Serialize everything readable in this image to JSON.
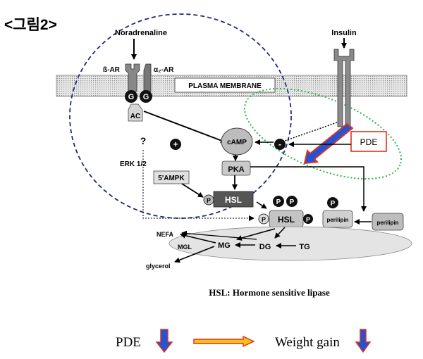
{
  "figure_label": "<그림2>",
  "labels": {
    "noradrenaline": "Noradrenaline",
    "insulin": "Insulin",
    "beta_ar": "ß-AR",
    "alpha2_ar": "α₂-AR",
    "plasma_membrane": "PLASMA MEMBRANE",
    "g1": "G",
    "g2": "G",
    "ac": "AC",
    "question": "?",
    "erk": "ERK 1/2",
    "plus": "+",
    "minus": "-",
    "camp": "cAMP",
    "pka": "PKA",
    "ampk": "5'AMPK",
    "p": "P",
    "hsl": "HSL",
    "perilipin": "perilipin",
    "pde_box": "PDE",
    "nefa": "NEFA",
    "mgl": "MGL",
    "mg": "MG",
    "dg": "DG",
    "tg": "TG",
    "glycerol": "glycerol"
  },
  "caption": "HSL: Hormone sensitive lipase",
  "bottom": {
    "pde": "PDE",
    "weight_gain": "Weight gain"
  },
  "colors": {
    "dashed_circle": "#1f2a7a",
    "dotted_ellipse": "#2db34a",
    "pde_box_border": "#e0301e",
    "arrow_blue": "#2255d6",
    "arrow_red": "#e0301e",
    "arrow_yellow": "#f2c21b"
  }
}
